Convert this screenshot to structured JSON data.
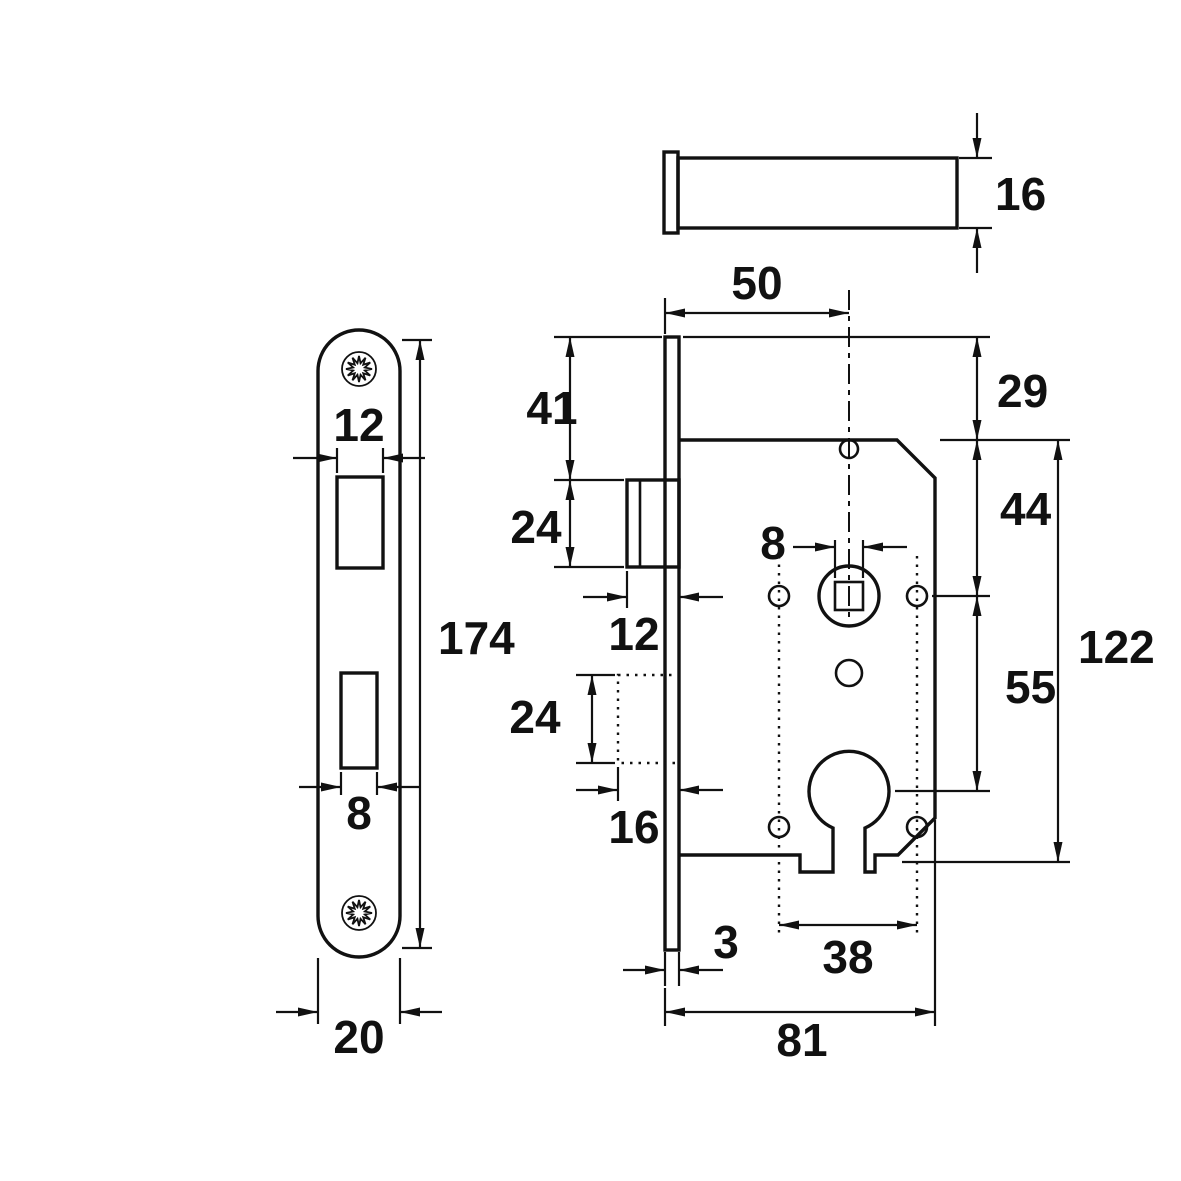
{
  "figure": {
    "title": "Mortise lock dimensional drawing",
    "views": {
      "latch_side": {
        "thickness": "16"
      },
      "faceplate": {
        "latch_cutout_width": "12",
        "height": "174",
        "bolt_cutout_width": "8",
        "width": "20"
      },
      "body": {
        "backset": "50",
        "top_offset": "29",
        "latch_top": "41",
        "latch_height": "24",
        "latch_protrusion": "12",
        "bolt_height": "24",
        "bolt_throw": "16",
        "follower_square": "8",
        "top_to_follower": "44",
        "follower_to_cylinder": "55",
        "case_height": "122",
        "faceplate_thickness": "3",
        "hole_spacing": "38",
        "case_depth": "81"
      }
    },
    "colors": {
      "line": "#111111",
      "background": "#ffffff"
    }
  }
}
